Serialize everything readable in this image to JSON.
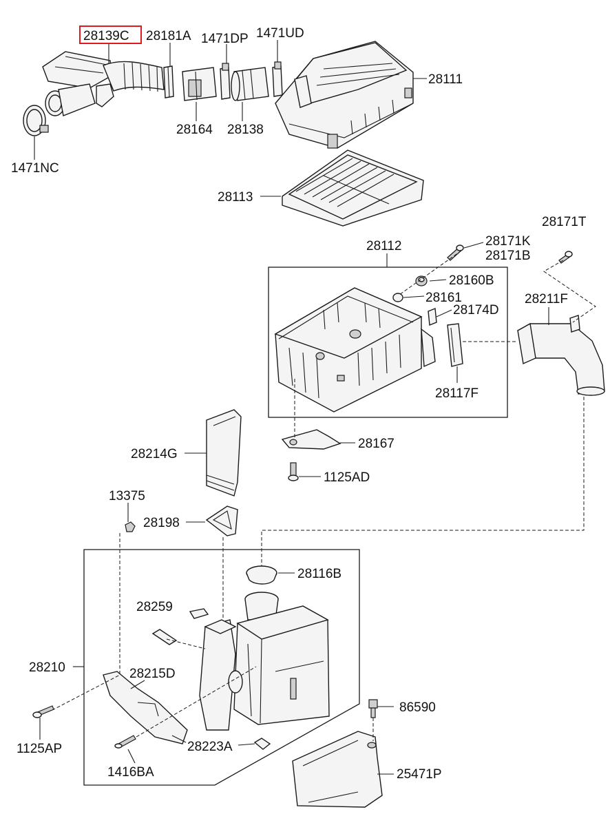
{
  "diagram": {
    "highlight_color": "#e0191f",
    "callouts": {
      "p28139C": "28139C",
      "p28181A": "28181A",
      "p1471DP": "1471DP",
      "p1471UD": "1471UD",
      "p28111": "28111",
      "p1471NC": "1471NC",
      "p28164": "28164",
      "p28138": "28138",
      "p28113": "28113",
      "p28112": "28112",
      "p28171K": "28171K",
      "p28171B": "28171B",
      "p28171T": "28171T",
      "p28160B": "28160B",
      "p28161": "28161",
      "p28174D": "28174D",
      "p28211F": "28211F",
      "p28117F": "28117F",
      "p28167": "28167",
      "p1125AD": "1125AD",
      "p28214G": "28214G",
      "p13375": "13375",
      "p28198": "28198",
      "p28116B": "28116B",
      "p28259": "28259",
      "p28210": "28210",
      "p28215D": "28215D",
      "p86590": "86590",
      "p1125AP": "1125AP",
      "p28223A": "28223A",
      "p1416BA": "1416BA",
      "p25471P": "25471P"
    }
  }
}
